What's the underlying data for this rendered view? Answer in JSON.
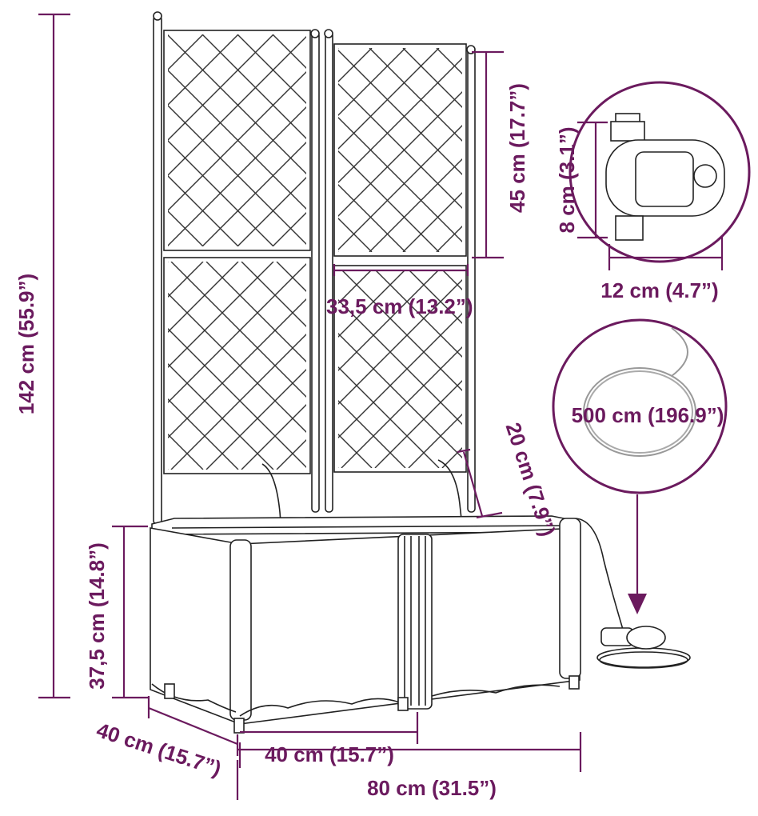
{
  "colors": {
    "dimension": "#6b1a5e",
    "outline": "#222222",
    "background": "#ffffff"
  },
  "labels": {
    "height_total": "142 cm (55.9”)",
    "trellis_panel_height": "45 cm (17.7”)",
    "trellis_panel_width": "33,5 cm (13.2”)",
    "box_height": "37,5 cm (14.8”)",
    "dripper_length": "20 cm (7.9”)",
    "depth": "40 cm (15.7”)",
    "box_width": "40 cm (15.7”)",
    "total_width": "80 cm (31.5”)",
    "timer_height": "8 cm (3.1”)",
    "timer_width": "12 cm (4.7”)",
    "hose_length": "500 cm (196.9”)"
  },
  "icons": {
    "timer": "water-timer-icon",
    "hose": "hose-coil-icon",
    "arrow": "arrow-down-icon"
  }
}
